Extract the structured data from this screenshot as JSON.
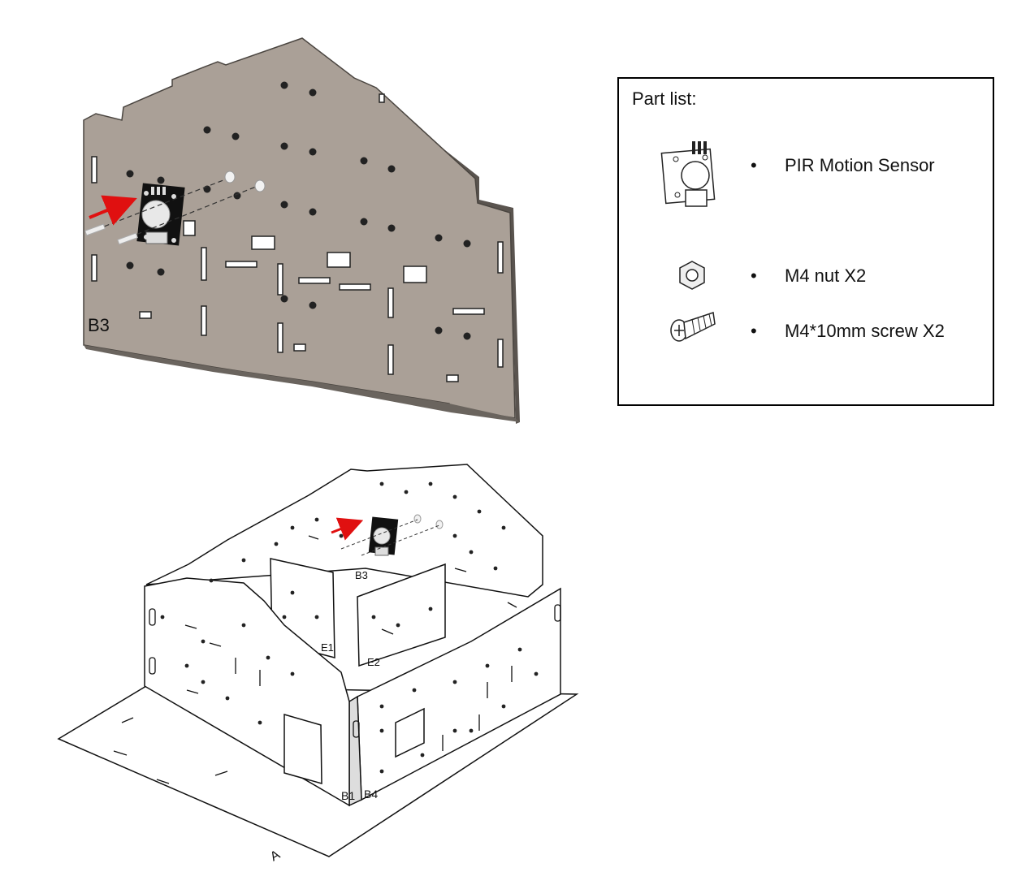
{
  "panel_labels": {
    "b3_top": "B3",
    "b3_assembly": "B3",
    "e1": "E1",
    "e2": "E2",
    "b1": "B1",
    "b4": "B4",
    "base": "A"
  },
  "part_list": {
    "title": "Part list:",
    "items": [
      {
        "label": "PIR Motion Sensor",
        "icon": "pir-sensor-icon"
      },
      {
        "label": "M4 nut X2",
        "icon": "nut-icon"
      },
      {
        "label": "M4*10mm screw X2",
        "icon": "screw-icon"
      }
    ]
  },
  "colors": {
    "panel_fill": "#aaa097",
    "panel_edge": "#55504b",
    "arrow": "#e01010",
    "sensor_board": "#111111"
  }
}
